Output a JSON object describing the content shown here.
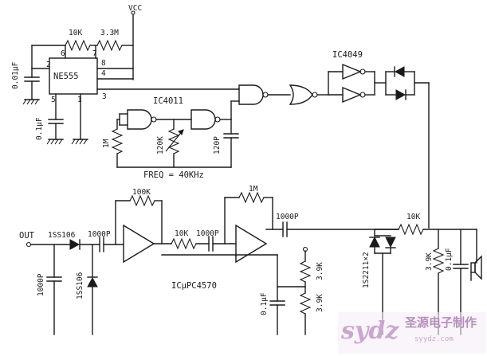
{
  "diagram": {
    "chips": {
      "ne555": "NE555",
      "ic4011": "IC4011",
      "ic4049": "IC4049",
      "icupc4570": "ICμPC4570"
    },
    "supply": {
      "vcc": "VCC"
    },
    "pins": {
      "p2": "2",
      "p6": "6",
      "p7": "7",
      "p8": "8",
      "p4": "4",
      "p3": "3",
      "p5": "5",
      "p1": "1"
    },
    "components": {
      "r_555_a": "10K",
      "r_555_b": "3.3M",
      "c_555_timing": "0.01μF",
      "c_555_ctrl": "0.1μF",
      "r_osc_1m": "1M",
      "r_osc_pot": "120K",
      "c_osc": "120P",
      "r_fb1": "100K",
      "c_in": "1000P",
      "r_mid": "10K",
      "c_mid": "1000P",
      "r_fb2": "1M",
      "c_out2": "1000P",
      "r_out": "10K",
      "r_3k9_a": "3.9K",
      "r_3k9_b": "3.9K",
      "r_3k9_right": "3.9K",
      "c_1uf_bias": "0.1μF",
      "c_1uf_right": "0.1μF",
      "c_out_shunt": "1000P",
      "d_out": "1SS106",
      "d_shunt": "1SS106",
      "d_pair": "1S2211×2"
    },
    "freq_note": "FREQ = 40KHz",
    "out_label": "OUT"
  },
  "watermark": {
    "logo": "sydz",
    "site_cn": "圣源电子制作",
    "url": "syydz.com"
  }
}
